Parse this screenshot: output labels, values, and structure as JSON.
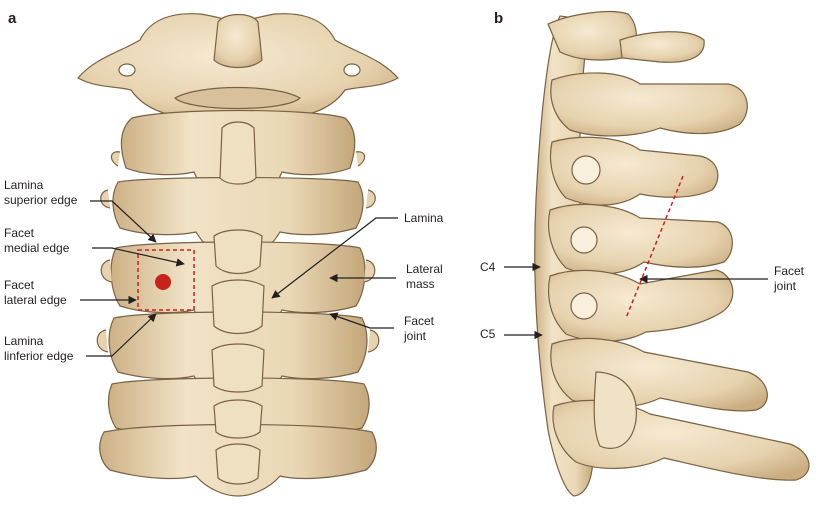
{
  "panels": {
    "a": "a",
    "b": "b"
  },
  "labels": {
    "lamina_superior_edge": "Lamina\nsuperior edge",
    "facet_medial_edge": "Facet\nmedial edge",
    "facet_lateral_edge": "Facet\nlateral edge",
    "lamina_inferior_edge": "Lamina\nlinferior edge",
    "lamina": "Lamina",
    "lateral_mass": "Lateral\nmass",
    "facet_joint_a": "Facet\njoint",
    "c4": "C4",
    "c5": "C5",
    "facet_joint_b": "Facet\njoint"
  },
  "colors": {
    "bone_fill": "#e8d6b4",
    "bone_light": "#f3e6cc",
    "bone_shadow": "#b89a6c",
    "bone_outline": "#7a6244",
    "target_marker": "#c8231b",
    "dashed_box": "#c8231b",
    "arrow": "#231f20"
  }
}
